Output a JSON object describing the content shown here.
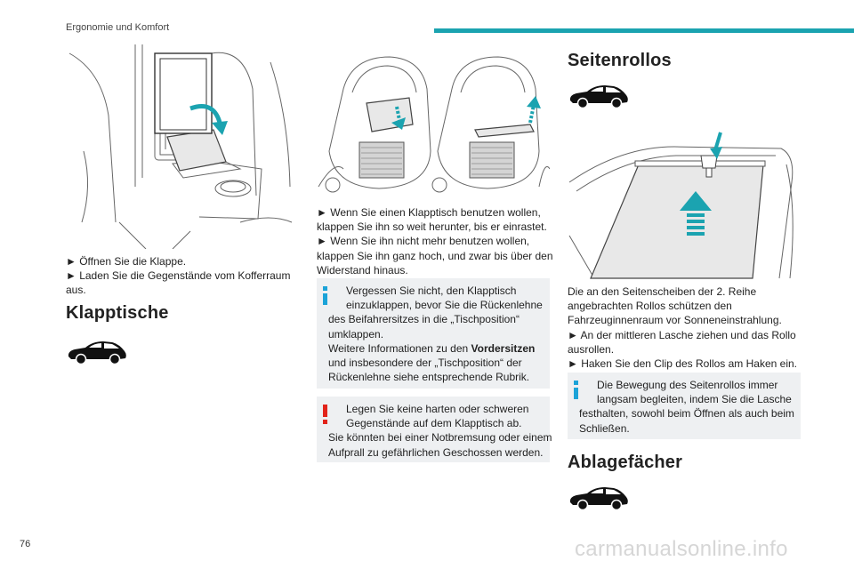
{
  "header": {
    "section_title": "Ergonomie und Komfort",
    "accent_color": "#1ba3b0"
  },
  "page_number": "76",
  "watermark": "carmanualsonline.info",
  "left_column": {
    "steps": [
      "► Öffnen Sie die Klappe.",
      "► Laden Sie die Gegenstände vom Kofferraum",
      "aus."
    ],
    "heading": "Klapptische",
    "car_icon": "car-silhouette-icon"
  },
  "middle_column": {
    "steps": [
      "► Wenn Sie einen Klapptisch benutzen wollen,",
      "klappen Sie ihn so weit herunter, bis er einrastet.",
      "► Wenn Sie ihn nicht mehr benutzen wollen,",
      "klappen Sie ihn ganz hoch, und zwar bis über den",
      "Widerstand hinaus."
    ],
    "info_box": {
      "lines": [
        "Vergessen Sie nicht, den Klapptisch",
        "einzuklappen, bevor Sie die Rückenlehne",
        "des Beifahrersitzes in die „Tischposition“",
        "umklappen.",
        "Weitere Informationen zu den ",
        "Vordersitzen",
        "und insbesondere der „Tischposition“ der",
        "Rückenlehne siehe entsprechende Rubrik."
      ],
      "icon_color": "#1ba3d8"
    },
    "warning_box": {
      "lines": [
        "Legen Sie keine harten oder schweren",
        "Gegenstände auf dem Klapptisch ab.",
        "Sie könnten bei einer Notbremsung oder einem",
        "Aufprall zu gefährlichen Geschossen werden."
      ],
      "icon_color": "#e2231a"
    }
  },
  "right_column": {
    "heading_1": "Seitenrollos",
    "body": [
      "Die an den Seitenscheiben der 2. Reihe",
      "angebrachten Rollos schützen den",
      "Fahrzeuginnenraum vor Sonneneinstrahlung.",
      "► An der mittleren Lasche ziehen und das Rollo",
      "ausrollen.",
      "► Haken Sie den Clip des Rollos am Haken ein."
    ],
    "info_box": {
      "lines": [
        "Die Bewegung des Seitenrollos immer",
        "langsam begleiten, indem Sie die Lasche",
        "festhalten, sowohl beim Öffnen als auch beim",
        "Schließen."
      ]
    },
    "heading_2": "Ablagefächer"
  }
}
